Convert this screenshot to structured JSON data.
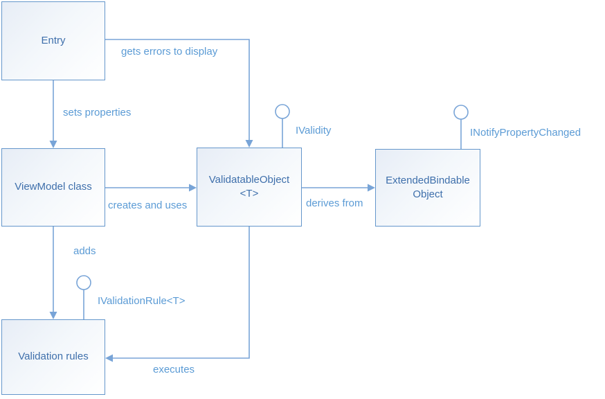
{
  "diagram": {
    "kind": "class-relationship-diagram",
    "nodes": [
      {
        "id": "entry",
        "label": "Entry"
      },
      {
        "id": "viewmodel",
        "label": "ViewModel class"
      },
      {
        "id": "validatable",
        "label": "ValidatableObject",
        "sublabel": "<T>"
      },
      {
        "id": "extended",
        "label": "ExtendedBindable Object"
      },
      {
        "id": "rules",
        "label": "Validation rules"
      }
    ],
    "edges": [
      {
        "label": "gets errors to display",
        "from": "Entry",
        "to": "ValidatableObject<T>"
      },
      {
        "label": "sets properties",
        "from": "Entry",
        "to": "ViewModel class"
      },
      {
        "label": "creates and uses",
        "from": "ViewModel class",
        "to": "ValidatableObject<T>"
      },
      {
        "label": "derives from",
        "from": "ValidatableObject<T>",
        "to": "ExtendedBindable Object"
      },
      {
        "label": "adds",
        "from": "ViewModel class",
        "to": "Validation rules"
      },
      {
        "label": "executes",
        "from": "ValidatableObject<T>",
        "to": "Validation rules"
      }
    ],
    "interfaces": [
      {
        "label": "IValidity",
        "on": "ValidatableObject<T>"
      },
      {
        "label": "INotifyPropertyChanged",
        "on": "ExtendedBindable Object"
      },
      {
        "label": "IValidationRule<T>",
        "on": "Validation rules"
      }
    ],
    "colors": {
      "node_border": "#6496cb",
      "node_fill_start": "#e7edf6",
      "node_fill_end": "#ffffff",
      "node_text": "#3e6fab",
      "connector": "#78a4d7",
      "label_text": "#5b9bd5",
      "background": "#ffffff"
    }
  }
}
